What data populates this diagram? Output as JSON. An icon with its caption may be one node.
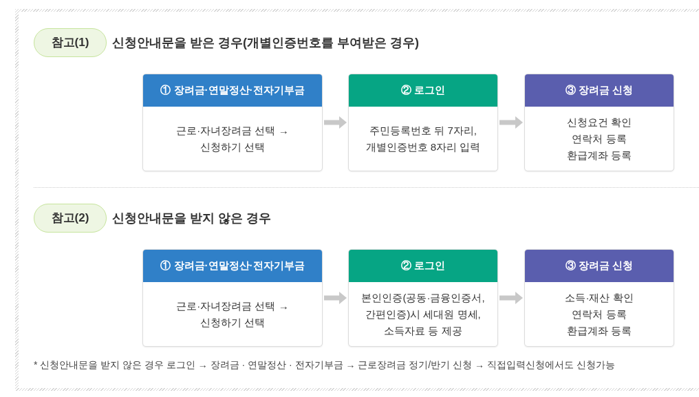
{
  "diagram": {
    "nodes": [
      {
        "text": [
          "참고(1)"
        ],
        "beside": [
          "신청안내문을 받은 경우(개별인증번호를 부여받은 경우)"
        ]
      },
      {
        "text": [
          "① 장려금·연말정산·전자기부금",
          "근로·자녀장려금 선택 → 신청하기 선택"
        ]
      },
      {
        "text": [
          "② 로그인",
          "주민등록번호 뒤 7자리, 개별인증번호 8자리 입력"
        ]
      },
      {
        "text": [
          "③ 장려금 신청",
          "신청요건 확인",
          "연락처 등록",
          "환급계좌 등록"
        ]
      },
      {
        "text": [
          "참고(2)"
        ],
        "beside": [
          "신청안내문을 받지 않은 경우"
        ]
      },
      {
        "text": [
          "① 장려금·연말정산·전자기부금",
          "근로·자녀장려금 선택 → 신청하기 선택"
        ]
      },
      {
        "text": [
          "② 로그인",
          "본인인증(공동·금융인증서, 간편인증)시 세대원 명세, 소득자료 등 제공"
        ]
      },
      {
        "text": [
          "③ 장려금 신청",
          "소득·재산 확인",
          "연락처 등록",
          "환급계좌 등록"
        ]
      }
    ],
    "edges": [
      {
        "from": 1,
        "to": 2,
        "arrow": "to"
      },
      {
        "from": 2,
        "to": 3,
        "arrow": "to"
      },
      {
        "from": 5,
        "to": 6,
        "arrow": "to"
      },
      {
        "from": 6,
        "to": 7,
        "arrow": "to"
      }
    ],
    "labels": [
      "* 신청안내문을 받지 않은 경우 로그인 → 장려금 · 연말정산 · 전자기부금 → 근로장려금 정기/반기 신청 → 직접입력신청에서도 신청가능"
    ]
  }
}
